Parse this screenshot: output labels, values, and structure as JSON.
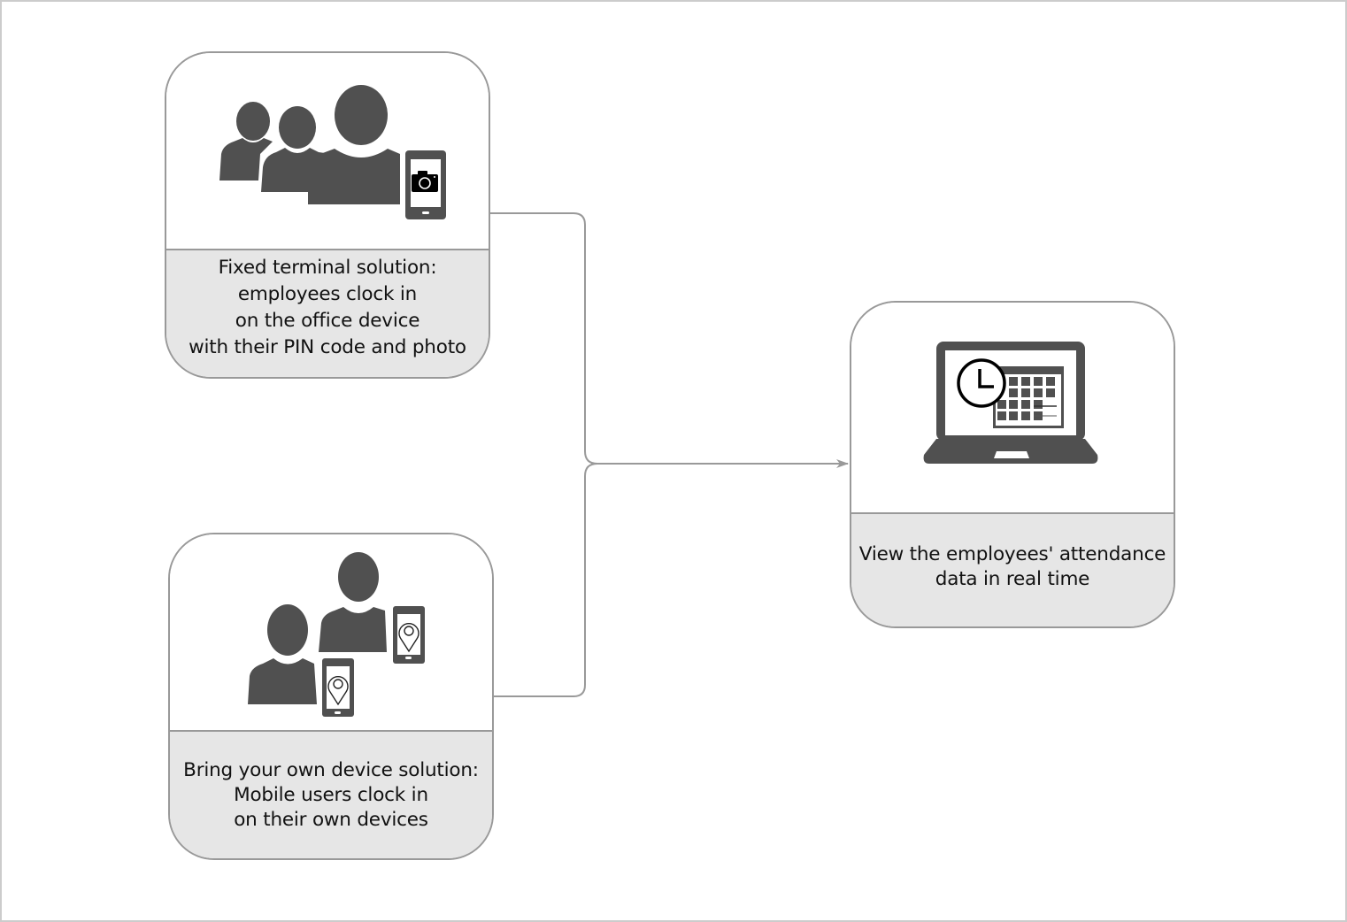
{
  "diagram": {
    "nodes": [
      {
        "id": "fixed-terminal",
        "icon": "group-with-camera-phone-icon",
        "label": "Fixed terminal solution:\nemployees clock in\non the office device\nwith their PIN code and photo"
      },
      {
        "id": "byod",
        "icon": "users-with-location-phones-icon",
        "label": "Bring your own device solution:\nMobile users clock in\non their own devices"
      },
      {
        "id": "view-attendance",
        "icon": "laptop-clock-calendar-icon",
        "label": "View the employees' attendance\ndata in real time"
      }
    ],
    "edges": [
      {
        "from": "fixed-terminal",
        "to": "view-attendance"
      },
      {
        "from": "byod",
        "to": "view-attendance"
      }
    ],
    "colors": {
      "icon": "#505050",
      "border": "#999999",
      "label_bg": "#e6e6e6",
      "connector": "#999999",
      "frame": "#cccccc"
    }
  }
}
